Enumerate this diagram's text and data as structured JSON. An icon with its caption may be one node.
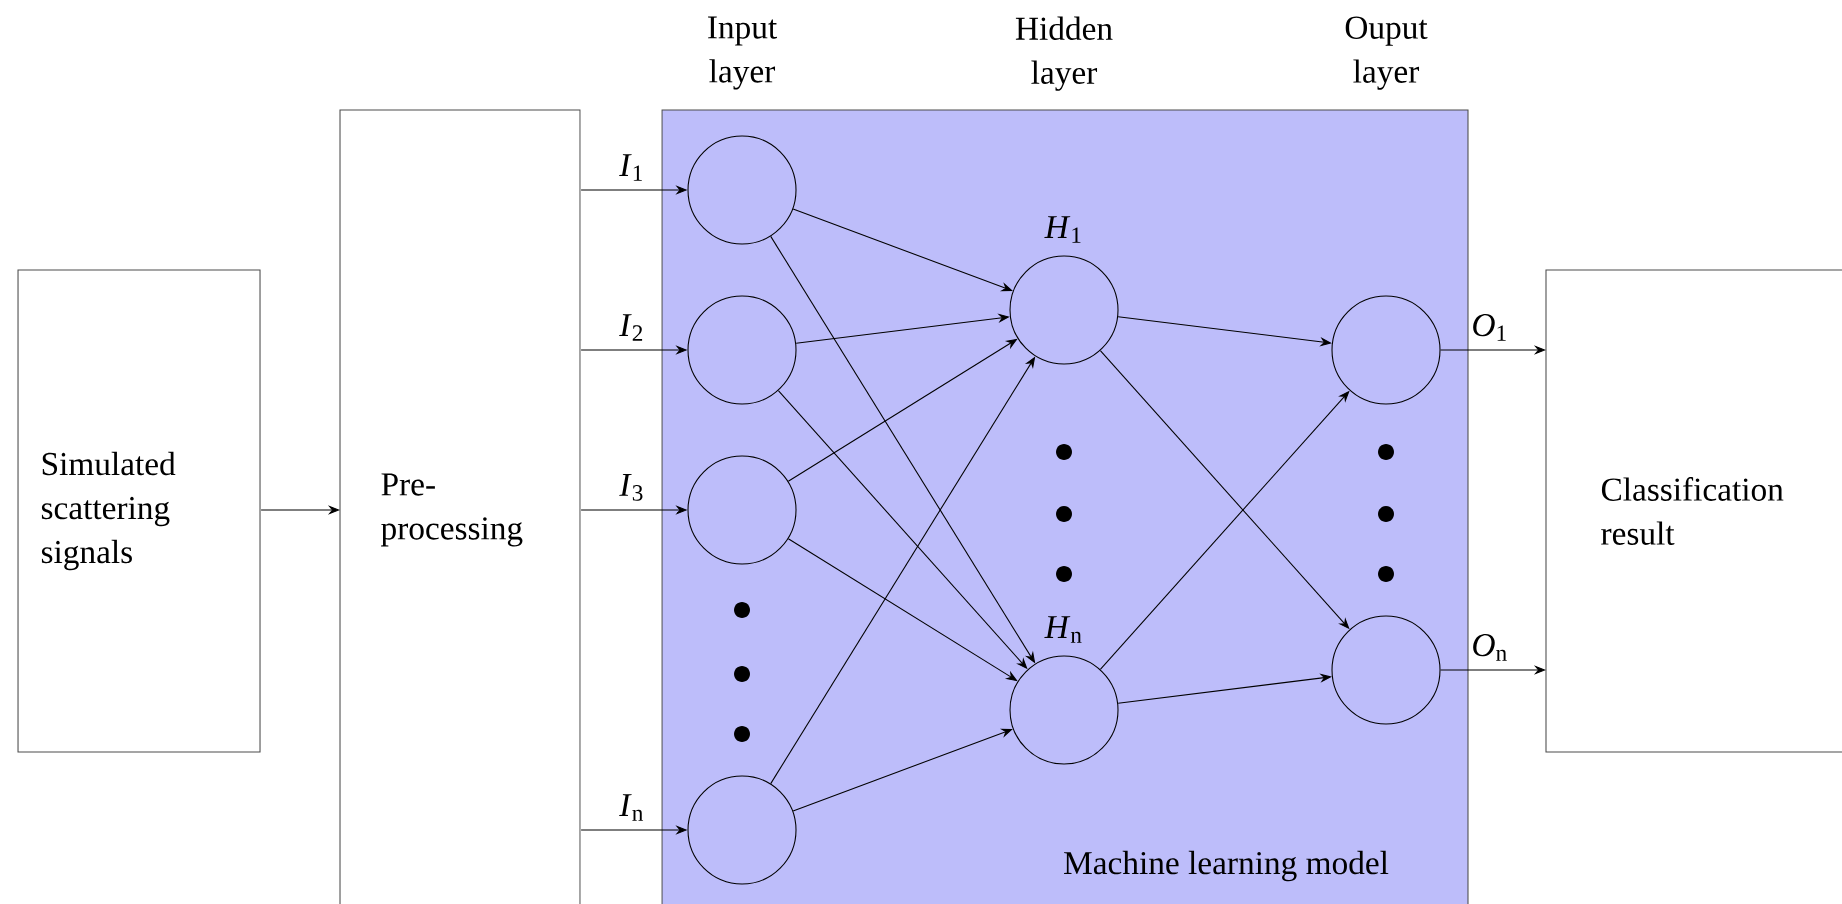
{
  "diagram": {
    "nodes": [
      {
        "text": [
          "Simulated scattering signals"
        ]
      },
      {
        "text": [
          "Pre-processing"
        ]
      },
      {
        "text": [
          "Machine learning model"
        ]
      },
      {
        "text": [],
        "shape": "circle",
        "in": 2
      },
      {
        "text": [],
        "shape": "circle",
        "in": 2
      },
      {
        "text": [],
        "shape": "circle",
        "in": 2
      },
      {
        "text": [],
        "shape": "circle",
        "in": 2
      },
      {
        "text": [],
        "shape": "circle",
        "in": 2,
        "beside": [
          "*H*$_{1}$"
        ]
      },
      {
        "text": [],
        "shape": "circle",
        "in": 2,
        "beside": [
          "*H*$_{n}$"
        ]
      },
      {
        "text": [],
        "shape": "circle",
        "in": 2
      },
      {
        "text": [],
        "shape": "circle",
        "in": 2
      },
      {
        "text": [
          "Classification result"
        ]
      }
    ],
    "edges": [
      {
        "from": 0,
        "to": 1,
        "arrow": "to"
      },
      {
        "from": 1,
        "to": 3,
        "arrow": "to",
        "label": "*I*$_{1}$"
      },
      {
        "from": 1,
        "to": 4,
        "arrow": "to",
        "label": "*I*$_{2}$"
      },
      {
        "from": 1,
        "to": 5,
        "arrow": "to",
        "label": "*I*$_{3}$"
      },
      {
        "from": 1,
        "to": 6,
        "arrow": "to",
        "label": "*I*$_{n}$"
      },
      {
        "from": 3,
        "to": 7,
        "arrow": "to"
      },
      {
        "from": 3,
        "to": 8,
        "arrow": "to"
      },
      {
        "from": 4,
        "to": 7,
        "arrow": "to"
      },
      {
        "from": 4,
        "to": 8,
        "arrow": "to"
      },
      {
        "from": 5,
        "to": 7,
        "arrow": "to"
      },
      {
        "from": 5,
        "to": 8,
        "arrow": "to"
      },
      {
        "from": 6,
        "to": 7,
        "arrow": "to"
      },
      {
        "from": 6,
        "to": 8,
        "arrow": "to"
      },
      {
        "from": 7,
        "to": 9,
        "arrow": "to"
      },
      {
        "from": 7,
        "to": 10,
        "arrow": "to"
      },
      {
        "from": 8,
        "to": 9,
        "arrow": "to"
      },
      {
        "from": 8,
        "to": 10,
        "arrow": "to"
      },
      {
        "from": 9,
        "to": 11,
        "arrow": "to",
        "label": "*O*$_{1}$"
      },
      {
        "from": 10,
        "to": 11,
        "arrow": "to",
        "label": "*O*$_{n}$"
      }
    ],
    "labels": [
      "Input layer",
      "Hidden layer",
      "Ouput layer"
    ]
  }
}
